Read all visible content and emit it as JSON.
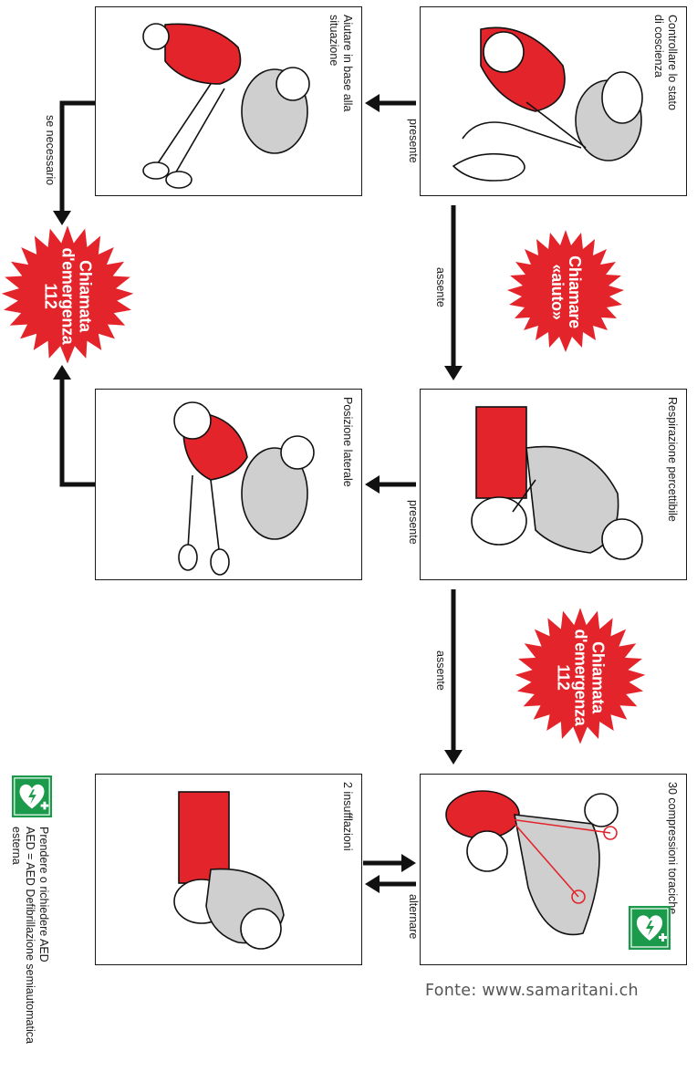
{
  "panels": {
    "check": "Controllare lo stato di coscienza",
    "help": "Aiutare in base alla situazione",
    "breathing": "Respirazione percettibile",
    "lateral": "Posizione laterale",
    "compressions": "30 compressioni toraciche",
    "insufflations": "2 insufflazioni"
  },
  "check_lines": [
    "Controllare lo stato",
    "di coscienza"
  ],
  "help_lines": [
    "Aiutare in base alla",
    "situazione"
  ],
  "arrows": {
    "present_1": "presente",
    "absent_1": "assente",
    "present_2": "presente",
    "absent_2": "assente",
    "alternate": "alternare",
    "if_necessary": "se necessario"
  },
  "badges": {
    "call_help": [
      "Chiamare",
      "«aiuto»"
    ],
    "emergency_top": [
      "Chiamata",
      "d'emergenza",
      "112"
    ],
    "emergency_mid": [
      "Chiamata",
      "d'emergenza",
      "112"
    ]
  },
  "legend": {
    "line1": "Prendere o richiedere AED",
    "line2": "AED = AED Defibrillazione semiautomatica",
    "line3": "esterna"
  },
  "source": "Fonte: www.samaritani.ch",
  "colors": {
    "red": "#e3242b",
    "aed_green": "#1a9a4a",
    "grey_figure": "#cfcfcf",
    "border": "#1a1a1a"
  },
  "icons": [
    "aed-heart-icon",
    "arrow-icon"
  ]
}
